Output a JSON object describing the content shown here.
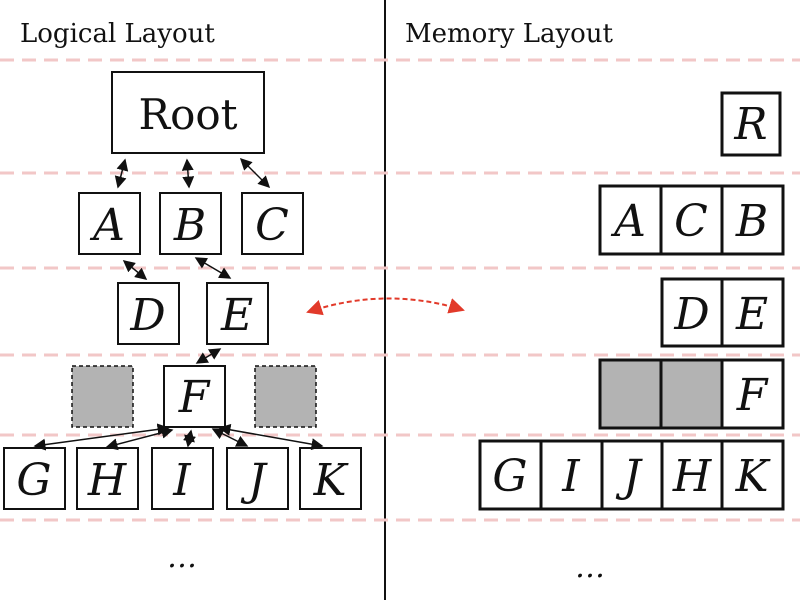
{
  "titles": {
    "left": "Logical Layout",
    "right": "Memory Layout"
  },
  "logical": {
    "root": "Root",
    "level1": [
      "A",
      "B",
      "C"
    ],
    "level2": [
      "D",
      "E"
    ],
    "level3": [
      "F"
    ],
    "level4": [
      "G",
      "H",
      "I",
      "J",
      "K"
    ],
    "ellipsis": "…"
  },
  "memory": {
    "rows": [
      [
        "R"
      ],
      [
        "A",
        "C",
        "B"
      ],
      [
        "D",
        "E"
      ],
      [
        "",
        "",
        "F"
      ],
      [
        "G",
        "I",
        "J",
        "H",
        "K"
      ]
    ],
    "ellipsis": "…"
  },
  "colors": {
    "dashed_row_line": "#f2c7c7",
    "placeholder_fill": "#b3b3b3",
    "red_arrow": "#e23a2a"
  }
}
